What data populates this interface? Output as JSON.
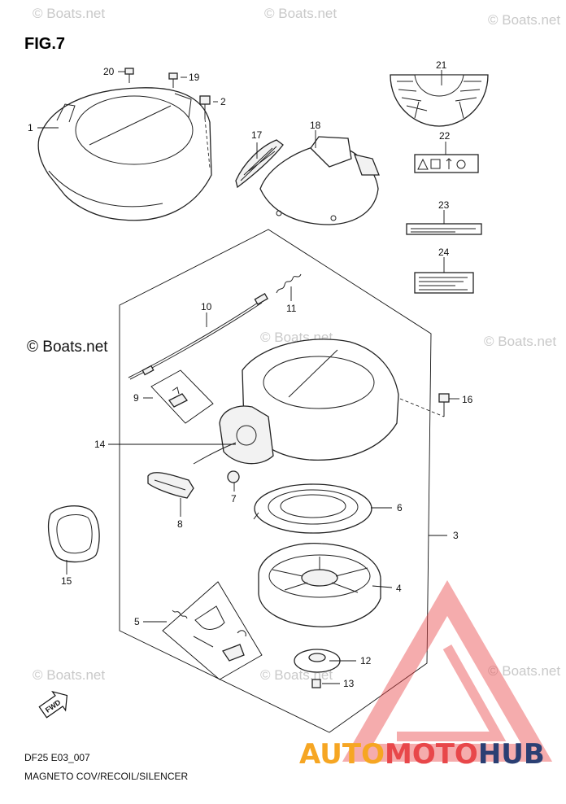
{
  "figure": {
    "title": "FIG.7",
    "code": "DF25 E03_007",
    "caption": "MAGNETO COV/RECOIL/SILENCER"
  },
  "watermarks": {
    "copyright": "© Boats.net",
    "tile_text": "© Boats.net"
  },
  "brand": {
    "part1": "AUTO",
    "part2": "MOTO",
    "part3": "HUB",
    "color_orange": "#f6a623",
    "color_red": "#e8474a",
    "color_dark": "#2b3f73"
  },
  "direction_label": "FWD",
  "callouts": [
    "1",
    "2",
    "3",
    "4",
    "5",
    "6",
    "7",
    "8",
    "9",
    "10",
    "11",
    "12",
    "13",
    "14",
    "15",
    "16",
    "17",
    "18",
    "19",
    "20",
    "21",
    "22",
    "23",
    "24"
  ]
}
